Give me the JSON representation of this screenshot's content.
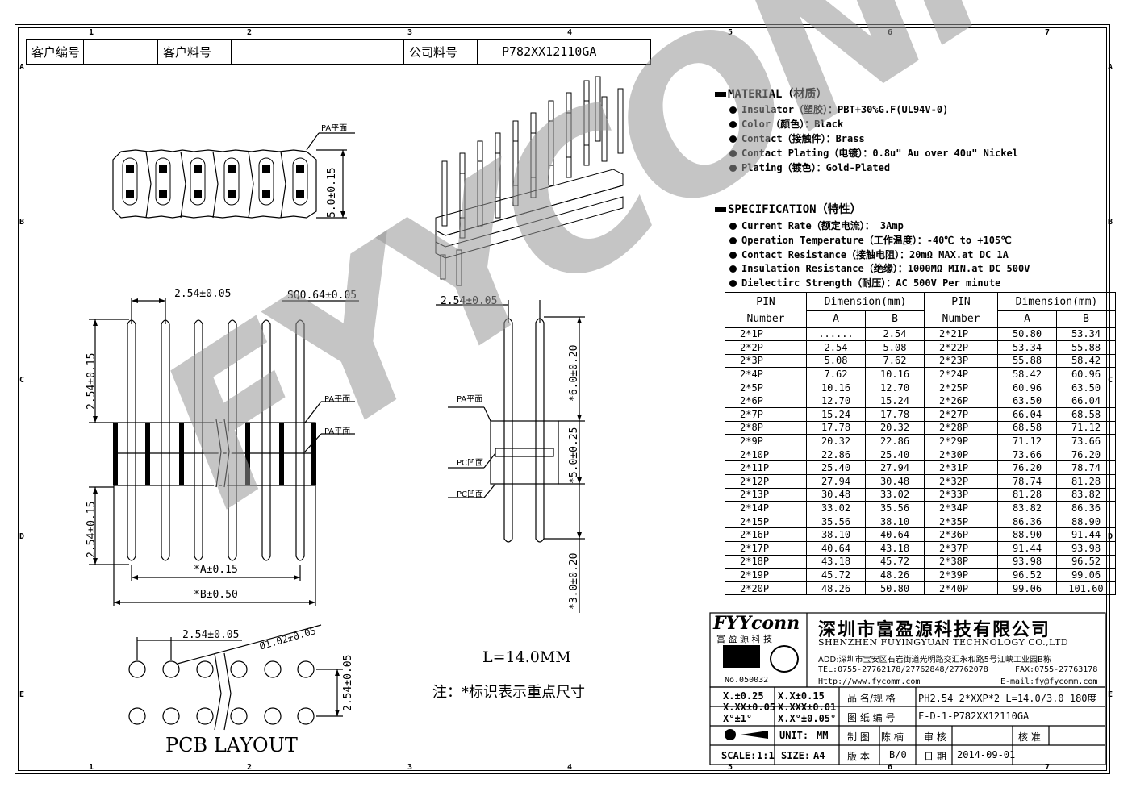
{
  "header": {
    "customer_no_label": "客户编号",
    "customer_part_label": "客户料号",
    "company_part_label": "公司料号",
    "company_part_value": "P782XX12110GA"
  },
  "zones": {
    "cols": [
      "1",
      "2",
      "3",
      "4",
      "5",
      "6",
      "7"
    ],
    "rows": [
      "A",
      "B",
      "C",
      "D",
      "E"
    ]
  },
  "material": {
    "title": "MATERIAL（材质）",
    "items": [
      "Insulator（塑胶）：PBT+30%G.F(UL94V-0)",
      "Color（颜色）：Black",
      "Contact（接触件）：Brass",
      "Contact Plating（电镀）：0.8u\" Au  over 40u\" Nickel",
      "Plating（镀色）：Gold-Plated"
    ]
  },
  "specification": {
    "title": "SPECIFICATION（特性）",
    "items": [
      "Current Rate（额定电流）：  3Amp",
      "Operation Temperature（工作温度）：-40℃ to +105℃",
      "Contact Resistance（接触电阻）：20mΩ MAX.at DC 1A",
      "Insulation Resistance（绝缘）：1000MΩ MIN.at DC 500V",
      "Dielectirc Strength（耐压）：AC 500V Per minute"
    ]
  },
  "table": {
    "h_pin": "PIN",
    "h_number": "Number",
    "h_dim": "Dimension(mm)",
    "h_a": "A",
    "h_b": "B",
    "rows": [
      [
        "2*1P",
        "......",
        "2.54",
        "2*21P",
        "50.80",
        "53.34"
      ],
      [
        "2*2P",
        "2.54",
        "5.08",
        "2*22P",
        "53.34",
        "55.88"
      ],
      [
        "2*3P",
        "5.08",
        "7.62",
        "2*23P",
        "55.88",
        "58.42"
      ],
      [
        "2*4P",
        "7.62",
        "10.16",
        "2*24P",
        "58.42",
        "60.96"
      ],
      [
        "2*5P",
        "10.16",
        "12.70",
        "2*25P",
        "60.96",
        "63.50"
      ],
      [
        "2*6P",
        "12.70",
        "15.24",
        "2*26P",
        "63.50",
        "66.04"
      ],
      [
        "2*7P",
        "15.24",
        "17.78",
        "2*27P",
        "66.04",
        "68.58"
      ],
      [
        "2*8P",
        "17.78",
        "20.32",
        "2*28P",
        "68.58",
        "71.12"
      ],
      [
        "2*9P",
        "20.32",
        "22.86",
        "2*29P",
        "71.12",
        "73.66"
      ],
      [
        "2*10P",
        "22.86",
        "25.40",
        "2*30P",
        "73.66",
        "76.20"
      ],
      [
        "2*11P",
        "25.40",
        "27.94",
        "2*31P",
        "76.20",
        "78.74"
      ],
      [
        "2*12P",
        "27.94",
        "30.48",
        "2*32P",
        "78.74",
        "81.28"
      ],
      [
        "2*13P",
        "30.48",
        "33.02",
        "2*33P",
        "81.28",
        "83.82"
      ],
      [
        "2*14P",
        "33.02",
        "35.56",
        "2*34P",
        "83.82",
        "86.36"
      ],
      [
        "2*15P",
        "35.56",
        "38.10",
        "2*35P",
        "86.36",
        "88.90"
      ],
      [
        "2*16P",
        "38.10",
        "40.64",
        "2*36P",
        "88.90",
        "91.44"
      ],
      [
        "2*17P",
        "40.64",
        "43.18",
        "2*37P",
        "91.44",
        "93.98"
      ],
      [
        "2*18P",
        "43.18",
        "45.72",
        "2*38P",
        "93.98",
        "96.52"
      ],
      [
        "2*19P",
        "45.72",
        "48.26",
        "2*39P",
        "96.52",
        "99.06"
      ],
      [
        "2*20P",
        "48.26",
        "50.80",
        "2*40P",
        "99.06",
        "101.60"
      ]
    ]
  },
  "drawing": {
    "pa_face": "PA平面",
    "pc_face": "PC凹面",
    "dim_pitch": "2.54±0.05",
    "dim_sq": "SQ0.64±0.05",
    "dim_254_015": "2.54±0.15",
    "dim_a": "*A±0.15",
    "dim_b": "*B±0.50",
    "dim_50": "5.0±0.15",
    "dim_60": "*6.0±0.20",
    "dim_50b": "*5.0±0.25",
    "dim_30": "*3.0±0.20",
    "dim_hole": "Ø1.02±0.05",
    "pcb_layout": "PCB LAYOUT",
    "length": "L=14.0MM",
    "note": "注：*标识表示重点尺寸",
    "watermark": "FYYCONN"
  },
  "title_block": {
    "brand": "FYYconn",
    "brand_cn": "富 盈 源 科 技",
    "company_cn": "深圳市富盈源科技有限公司",
    "company_en": "SHENZHEN FUYINGYUAN TECHNOLOGY CO.,LTD",
    "address": "ADD:深圳市宝安区石岩街道光明路交汇永和路5号江峡工业园B栋",
    "tel": "TEL:0755-27762178/27762848/27762078",
    "fax": "FAX:0755-27763178",
    "web": "Http://www.fycomm.com",
    "email": "E-mail:fy@fycomm.com",
    "cert_no": "No.050032",
    "tol1": "X.±0.25",
    "tol2": "X.X±0.15",
    "tol3": "X.XX±0.05",
    "tol4": "X.XXX±0.01",
    "tol5": "X°±1°",
    "tol6": "X.X°±0.05°",
    "unit_label": "UNIT:",
    "unit_val": "MM",
    "scale_label": "SCALE:",
    "scale_val": "1:1",
    "size_label": "SIZE:",
    "size_val": "A4",
    "name_label": "品 名/规 格",
    "name_val": "PH2.54 2*XXP*2 L=14.0/3.0 180度",
    "dwg_label": "图 纸 编 号",
    "dwg_val": "F-D-1-P782XX12110GA",
    "draw_label": "制 图",
    "draw_val": "陈 楠",
    "check_label": "审 核",
    "approve_label": "核 准",
    "ver_label": "版 本",
    "ver_val": "B/0",
    "date_label": "日 期",
    "date_val": "2014-09-01"
  }
}
